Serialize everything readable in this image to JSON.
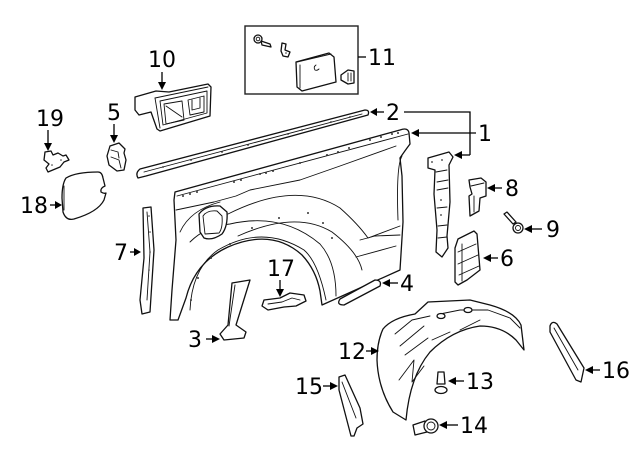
{
  "diagram": {
    "type": "exploded-parts-diagram",
    "subject": "Pickup bed side panel assembly",
    "callouts": [
      {
        "id": "1",
        "label": "1",
        "part": "bed-side-panel"
      },
      {
        "id": "2",
        "label": "2",
        "part": "bed-rail-cap"
      },
      {
        "id": "3",
        "label": "3",
        "part": "lower-corner-bracket"
      },
      {
        "id": "4",
        "label": "4",
        "part": "side-trim-strip"
      },
      {
        "id": "5",
        "label": "5",
        "part": "small-clip"
      },
      {
        "id": "6",
        "label": "6",
        "part": "vent-grille"
      },
      {
        "id": "7",
        "label": "7",
        "part": "front-pillar-seal"
      },
      {
        "id": "8",
        "label": "8",
        "part": "bracket"
      },
      {
        "id": "9",
        "label": "9",
        "part": "bolt"
      },
      {
        "id": "10",
        "label": "10",
        "part": "fuel-filler-housing"
      },
      {
        "id": "11",
        "label": "11",
        "part": "fuel-door-hardware-kit"
      },
      {
        "id": "12",
        "label": "12",
        "part": "wheel-house-liner"
      },
      {
        "id": "13",
        "label": "13",
        "part": "push-clip"
      },
      {
        "id": "14",
        "label": "14",
        "part": "screw-grommet"
      },
      {
        "id": "15",
        "label": "15",
        "part": "splash-guard-bracket"
      },
      {
        "id": "16",
        "label": "16",
        "part": "rear-seal-strip"
      },
      {
        "id": "17",
        "label": "17",
        "part": "reinforcement-pad"
      },
      {
        "id": "18",
        "label": "18",
        "part": "fuel-filler-door"
      },
      {
        "id": "19",
        "label": "19",
        "part": "door-hinge"
      }
    ]
  }
}
